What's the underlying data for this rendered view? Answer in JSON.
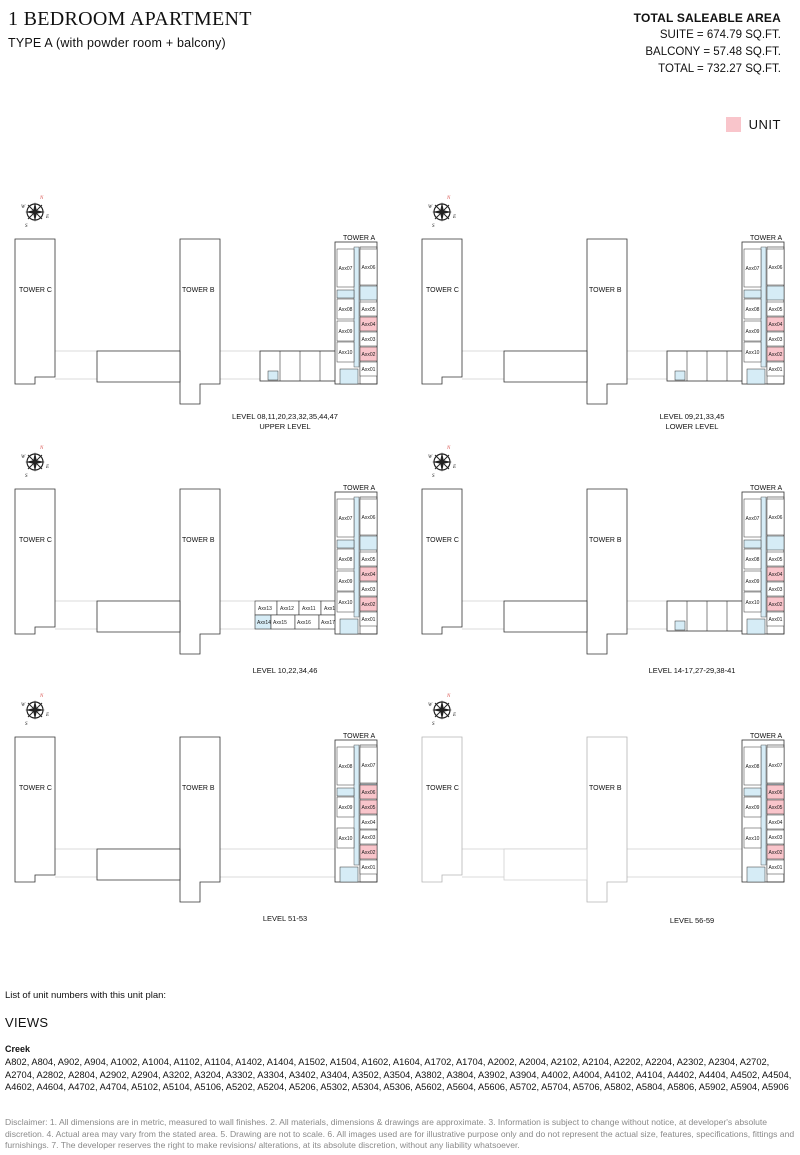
{
  "header": {
    "title": "1 BEDROOM APARTMENT",
    "subtitle": "TYPE A (with powder room + balcony)"
  },
  "area": {
    "title": "TOTAL SALEABLE AREA",
    "suite": "SUITE = 674.79 SQ.FT.",
    "balcony": "BALCONY = 57.48 SQ.FT.",
    "total": "TOTAL = 732.27 SQ.FT."
  },
  "legend": {
    "label": "UNIT",
    "color": "#f9c5cb"
  },
  "compass": {
    "n": "N",
    "s": "S",
    "e": "E",
    "w": "W"
  },
  "towers": {
    "a": "TOWER A",
    "b": "TOWER B",
    "c": "TOWER C"
  },
  "plans": [
    {
      "caption_line1": "LEVEL 08,11,20,23,32,35,44,47",
      "caption_line2": "UPPER LEVEL",
      "units": [
        "Axx07",
        "Axx06",
        "Axx08",
        "Axx05",
        "Axx04",
        "Axx09",
        "Axx03",
        "Axx10",
        "Axx02",
        "Axx01"
      ]
    },
    {
      "caption_line1": "LEVEL 09,21,33,45",
      "caption_line2": "LOWER LEVEL",
      "units": [
        "Axx07",
        "Axx06",
        "Axx08",
        "Axx05",
        "Axx04",
        "Axx09",
        "Axx03",
        "Axx10",
        "Axx02",
        "Axx01"
      ]
    },
    {
      "caption_line1": "LEVEL 10,22,34,46",
      "caption_line2": "",
      "units": [
        "Axx07",
        "Axx06",
        "Axx08",
        "Axx05",
        "Axx04",
        "Axx09",
        "Axx03",
        "Axx10",
        "Axx02",
        "Axx01"
      ],
      "extra_units": [
        "Axx13",
        "Axx12",
        "Axx11",
        "Axx10",
        "Axx14",
        "Axx15",
        "Axx16",
        "Axx17"
      ]
    },
    {
      "caption_line1": "LEVEL 14-17,27-29,38-41",
      "caption_line2": "",
      "units": [
        "Axx07",
        "Axx06",
        "Axx08",
        "Axx05",
        "Axx04",
        "Axx09",
        "Axx03",
        "Axx10",
        "Axx02",
        "Axx01"
      ]
    },
    {
      "caption_line1": "LEVEL 51-53",
      "caption_line2": "",
      "units": [
        "Axx08",
        "Axx07",
        "Axx06",
        "Axx09",
        "Axx05",
        "Axx04",
        "Axx10",
        "Axx03",
        "Axx02",
        "Axx01"
      ]
    },
    {
      "caption_line1": "LEVEL 56-59",
      "caption_line2": "",
      "units": [
        "Axx08",
        "Axx07",
        "Axx06",
        "Axx09",
        "Axx05",
        "Axx04",
        "Axx10",
        "Axx03",
        "Axx02",
        "Axx01"
      ]
    }
  ],
  "list_label": "List of unit numbers with this unit plan:",
  "views_heading": "VIEWS",
  "creek_label": "Creek",
  "units_list": "A802, A804, A902, A904, A1002, A1004, A1102, A1104, A1402, A1404, A1502, A1504, A1602, A1604, A1702, A1704, A2002, A2004, A2102, A2104, A2202, A2204, A2302, A2304, A2702, A2704, A2802, A2804, A2902, A2904, A3202, A3204, A3302, A3304, A3402, A3404, A3502, A3504, A3802, A3804, A3902, A3904, A4002, A4004, A4102, A4104, A4402, A4404, A4502, A4504, A4602, A4604, A4702, A4704, A5102, A5104, A5106, A5202, A5204, A5206, A5302, A5304, A5306, A5602, A5604, A5606, A5702, A5704, A5706, A5802, A5804, A5806, A5902, A5904, A5906",
  "disclaimer": "Disclaimer: 1. All dimensions are in metric, measured to wall finishes. 2. All materials, dimensions & drawings are approximate. 3. Information is subject to change without notice, at developer's absolute discretion. 4. Actual area may vary from the stated area. 5. Drawing are not to scale. 6. All images used are for illustrative purpose only and do not represent the actual size, features, specifications, fittings and furnishings. 7. The developer reserves the right to make revisions/ alterations, at its absolute discretion, without any liability whatsoever."
}
